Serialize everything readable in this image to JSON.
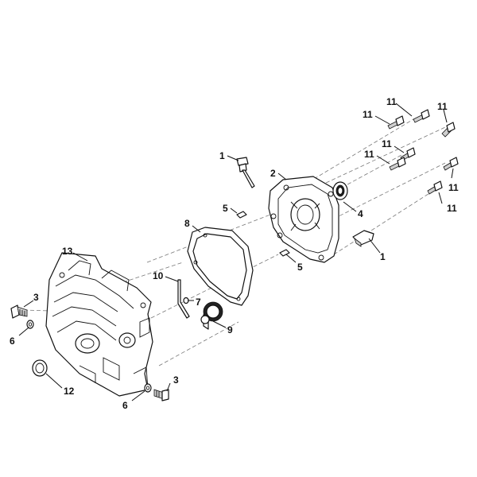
{
  "callouts": {
    "c1a": "1",
    "c1b": "1",
    "c2": "2",
    "c3a": "3",
    "c3b": "3",
    "c4": "4",
    "c5a": "5",
    "c5b": "5",
    "c6a": "6",
    "c6b": "6",
    "c7": "7",
    "c8": "8",
    "c9": "9",
    "c10": "10",
    "c11a": "11",
    "c11b": "11",
    "c11c": "11",
    "c11d": "11",
    "c11e": "11",
    "c11f": "11",
    "c11g": "11",
    "c12": "12",
    "c13": "13"
  }
}
